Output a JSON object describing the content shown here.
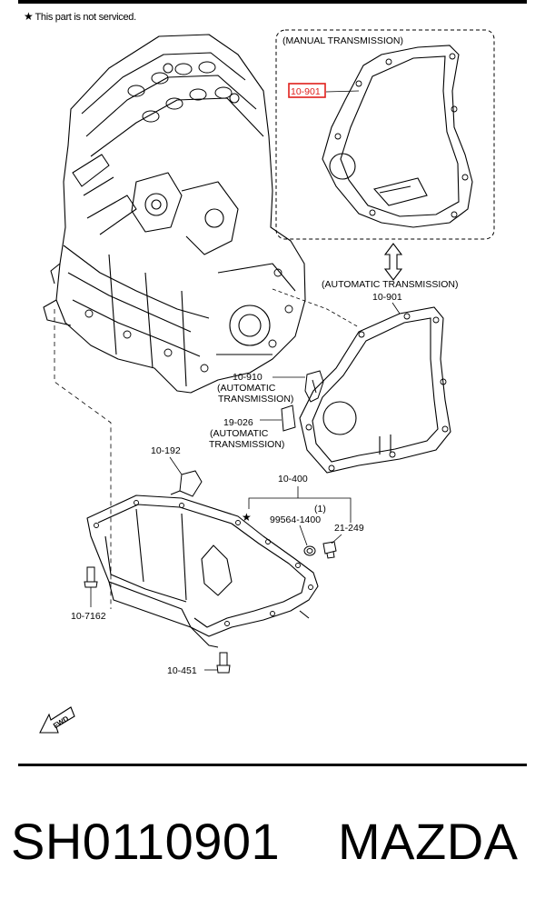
{
  "note": {
    "star": "★",
    "text": "This part is not serviced."
  },
  "labels": {
    "manual_box": "(MANUAL TRANSMISSION)",
    "manual_part": "10-901",
    "auto_header": "(AUTOMATIC TRANSMISSION)",
    "auto_part": "10-901",
    "p10910": "10-910",
    "p10910_l1": "(AUTOMATIC",
    "p10910_l2": "TRANSMISSION)",
    "p19026": "19-026",
    "p19026_l1": "(AUTOMATIC",
    "p19026_l2": "TRANSMISSION)",
    "p10192": "10-192",
    "p10400": "10-400",
    "qty": "(1)",
    "p99564": "99564-1400",
    "p21249": "21-249",
    "star": "★",
    "p107162": "10-7162",
    "p10451": "10-451",
    "fwd": "FWD"
  },
  "caption": {
    "part_number": "SH0110901",
    "brand": "MAZDA"
  },
  "colors": {
    "highlight": "#e0201c",
    "ink": "#000000"
  }
}
